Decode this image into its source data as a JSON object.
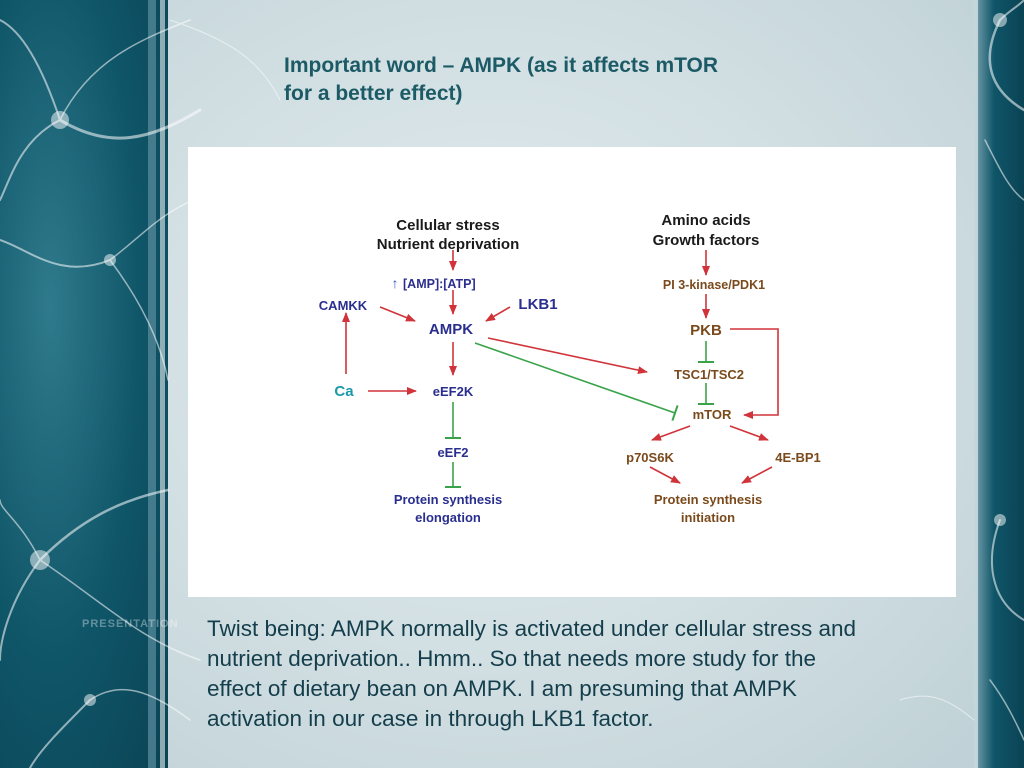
{
  "slide": {
    "title_lines": [
      "Important word – AMPK (as it affects mTOR",
      "for a better effect)"
    ],
    "watermark": "PRESENTATION",
    "body_lines": [
      "Twist being: AMPK normally is activated under cellular stress and",
      "nutrient deprivation.. Hmm.. So that needs more study for the",
      "effect of dietary bean on AMPK. I am presuming that AMPK",
      "activation in our case in through LKB1 factor."
    ]
  },
  "diagram": {
    "nodes": {
      "cellular_stress": "Cellular stress",
      "nutrient_deprivation": "Nutrient deprivation",
      "amp_atp": "[AMP]:[ATP]",
      "camkk": "CAMKK",
      "lkb1": "LKB1",
      "ampk": "AMPK",
      "ca": "Ca",
      "eef2k": "eEF2K",
      "eef2": "eEF2",
      "protein_synthesis_left_1": "Protein synthesis",
      "protein_synthesis_left_2": "elongation",
      "amino_acids": "Amino acids",
      "growth_factors": "Growth factors",
      "pi3k_pdk1": "PI 3-kinase/PDK1",
      "pkb": "PKB",
      "tsc": "TSC1/TSC2",
      "mtor": "mTOR",
      "p70s6k": "p70S6K",
      "4ebp1": "4E-BP1",
      "protein_synthesis_right_1": "Protein synthesis",
      "protein_synthesis_right_2": "initiation"
    },
    "edges": [
      {
        "from": "Cellular stress / Nutrient deprivation",
        "to": "[AMP]:[ATP]",
        "type": "activation"
      },
      {
        "from": "[AMP]:[ATP]",
        "to": "AMPK",
        "type": "activation"
      },
      {
        "from": "CAMKK",
        "to": "AMPK",
        "type": "activation"
      },
      {
        "from": "LKB1",
        "to": "AMPK",
        "type": "activation"
      },
      {
        "from": "Ca",
        "to": "CAMKK",
        "type": "activation"
      },
      {
        "from": "Ca",
        "to": "eEF2K",
        "type": "activation"
      },
      {
        "from": "AMPK",
        "to": "eEF2K",
        "type": "activation"
      },
      {
        "from": "eEF2K",
        "to": "eEF2",
        "type": "inhibition"
      },
      {
        "from": "eEF2",
        "to": "Protein synthesis elongation",
        "type": "inhibition"
      },
      {
        "from": "AMPK",
        "to": "TSC1/TSC2",
        "type": "activation"
      },
      {
        "from": "AMPK",
        "to": "mTOR",
        "type": "inhibition"
      },
      {
        "from": "Amino acids / Growth factors",
        "to": "PI 3-kinase/PDK1",
        "type": "activation"
      },
      {
        "from": "PI 3-kinase/PDK1",
        "to": "PKB",
        "type": "activation"
      },
      {
        "from": "PKB",
        "to": "TSC1/TSC2",
        "type": "inhibition"
      },
      {
        "from": "PKB",
        "to": "mTOR",
        "type": "activation"
      },
      {
        "from": "TSC1/TSC2",
        "to": "mTOR",
        "type": "inhibition"
      },
      {
        "from": "mTOR",
        "to": "p70S6K",
        "type": "activation"
      },
      {
        "from": "mTOR",
        "to": "4E-BP1",
        "type": "activation"
      },
      {
        "from": "p70S6K",
        "to": "Protein synthesis initiation",
        "type": "activation"
      },
      {
        "from": "4E-BP1",
        "to": "Protein synthesis initiation",
        "type": "activation"
      }
    ],
    "colors": {
      "activation": "#d0343a",
      "inhibition": "#3aa34a",
      "navy_text": "#2a2f8f",
      "brown_text": "#7a4a1c",
      "teal_text": "#1a9aa8",
      "black_text": "#1a1a1a",
      "up_arrow": "#3a5bbf"
    }
  }
}
